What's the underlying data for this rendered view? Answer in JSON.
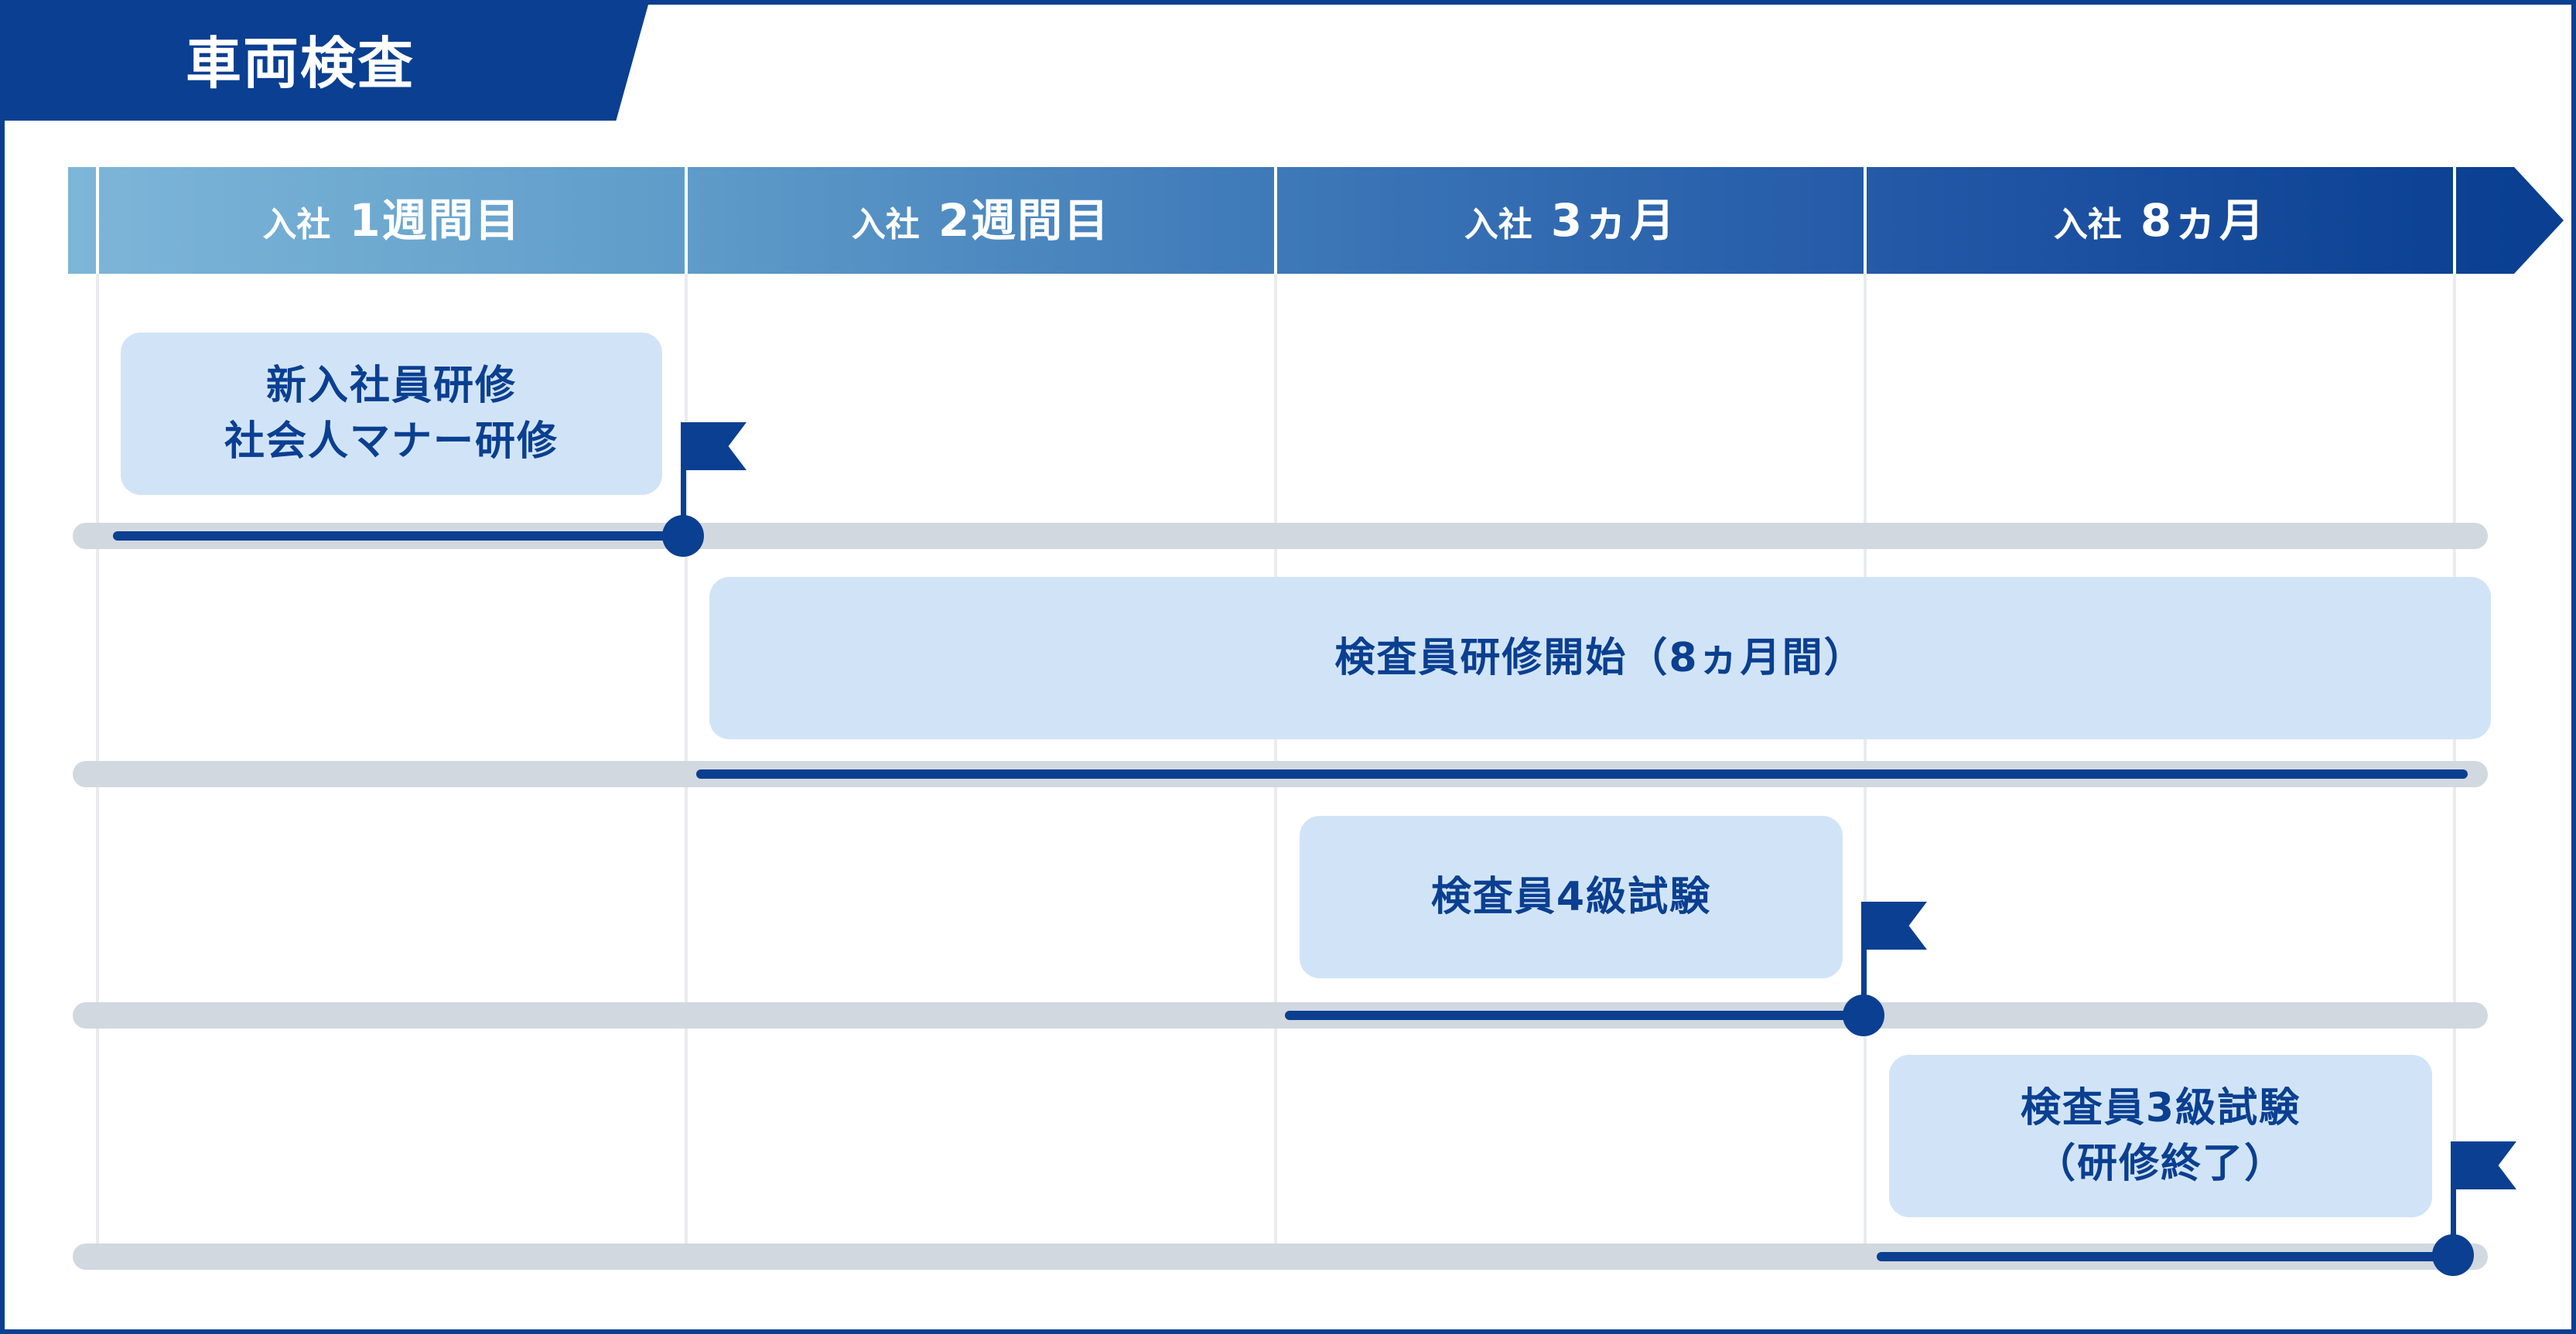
{
  "title": "車両検査",
  "periods": [
    {
      "prefix": "入社",
      "label": "1週間目"
    },
    {
      "prefix": "入社",
      "label": "2週間目"
    },
    {
      "prefix": "入社",
      "label": "3ヵ月"
    },
    {
      "prefix": "入社",
      "label": "8ヵ月"
    }
  ],
  "rows": [
    {
      "lines": [
        "新入社員研修",
        "社会人マナー研修"
      ]
    },
    {
      "lines": [
        "検査員研修開始（8ヵ月間）"
      ]
    },
    {
      "lines": [
        "検査員4級試験"
      ]
    },
    {
      "lines": [
        "検査員3級試験",
        "（研修終了）"
      ]
    }
  ],
  "colors": {
    "navy": "#0a3f91",
    "card": "#d1e4f7",
    "track": "#d2d8e0",
    "header_start": "#7db6d8"
  }
}
